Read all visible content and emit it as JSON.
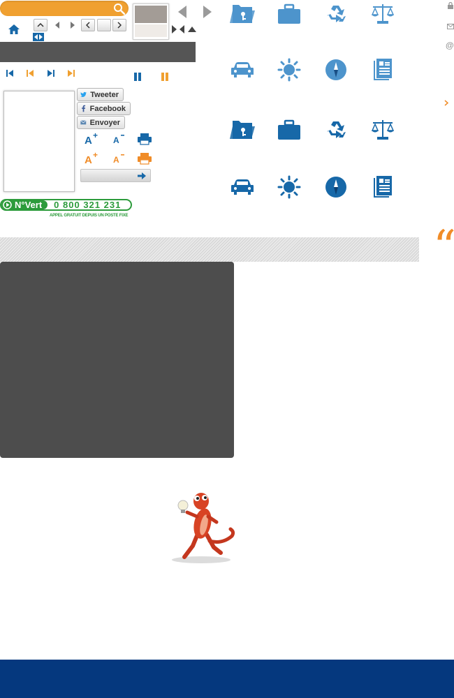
{
  "search": {
    "placeholder": "",
    "icon": "search-icon"
  },
  "share": {
    "tweet_label": "Tweeter",
    "facebook_label": "Facebook",
    "email_label": "Envoyer"
  },
  "numero_vert": {
    "label": "N°Vert",
    "number": "0 800 321 231",
    "caption": "APPEL GRATUIT DEPUIS UN POSTE FIXE",
    "color": "#2c9b3b"
  },
  "quote": {
    "mark": "“"
  },
  "colors": {
    "accent_orange": "#f0a030",
    "brand_blue": "#1768a8",
    "light_blue": "#4d94cc",
    "footer_blue": "#05387e",
    "dark_panel": "#4d4d4d"
  },
  "icon_grid": [
    [
      "folder-key-icon",
      "briefcase-icon",
      "recycle-icon",
      "scales-icon"
    ],
    [
      "car-icon",
      "sun-icon",
      "compass-icon",
      "documents-icon"
    ],
    [
      "folder-key-icon",
      "briefcase-icon",
      "recycle-icon",
      "scales-icon"
    ],
    [
      "car-icon",
      "sun-icon",
      "compass-icon",
      "documents-icon"
    ]
  ]
}
